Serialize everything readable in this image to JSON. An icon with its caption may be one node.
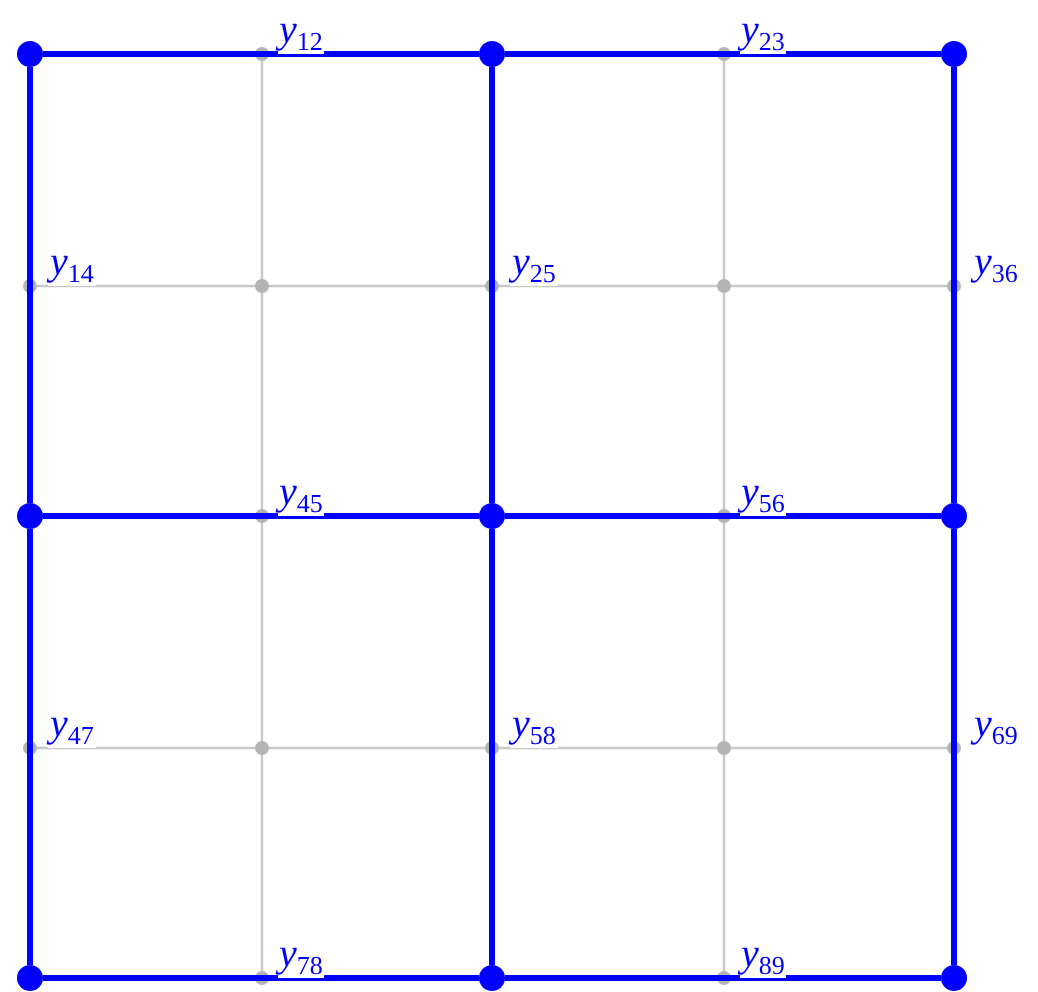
{
  "diagram": {
    "nodes": [
      {
        "text": [],
        "shape": "circle"
      },
      {
        "text": [],
        "shape": "circle"
      },
      {
        "text": [],
        "shape": "circle"
      },
      {
        "text": [],
        "shape": "circle"
      },
      {
        "text": [],
        "shape": "circle"
      },
      {
        "text": [],
        "shape": "circle"
      },
      {
        "text": [],
        "shape": "circle"
      },
      {
        "text": [],
        "shape": "circle"
      },
      {
        "text": [],
        "shape": "circle"
      }
    ],
    "edges": [
      {
        "from": 0,
        "to": 1,
        "arrow": "none",
        "label": "y$_{12}$"
      },
      {
        "from": 1,
        "to": 2,
        "arrow": "none",
        "label": "y$_{23}$"
      },
      {
        "from": 0,
        "to": 3,
        "arrow": "none",
        "label": "y$_{14}$"
      },
      {
        "from": 1,
        "to": 4,
        "arrow": "none",
        "label": "y$_{25}$"
      },
      {
        "from": 2,
        "to": 5,
        "arrow": "none",
        "label": "y$_{36}$"
      },
      {
        "from": 3,
        "to": 4,
        "arrow": "none",
        "label": "y$_{45}$"
      },
      {
        "from": 4,
        "to": 5,
        "arrow": "none",
        "label": "y$_{56}$"
      },
      {
        "from": 3,
        "to": 6,
        "arrow": "none",
        "label": "y$_{47}$"
      },
      {
        "from": 4,
        "to": 7,
        "arrow": "none",
        "label": "y$_{58}$"
      },
      {
        "from": 5,
        "to": 8,
        "arrow": "none",
        "label": "y$_{69}$"
      },
      {
        "from": 6,
        "to": 7,
        "arrow": "none",
        "label": "y$_{78}$"
      },
      {
        "from": 7,
        "to": 8,
        "arrow": "none",
        "label": "y$_{89}$"
      }
    ]
  }
}
